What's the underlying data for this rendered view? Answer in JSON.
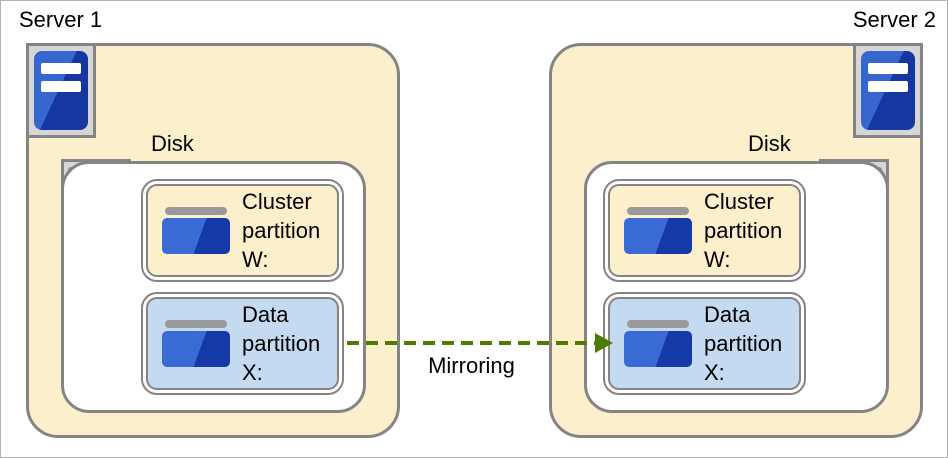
{
  "server1": {
    "label": "Server 1",
    "disk_label": "Disk",
    "cluster_partition_label": "Cluster partition W:",
    "data_partition_label": "Data partition X:"
  },
  "server2": {
    "label": "Server 2",
    "disk_label": "Disk",
    "cluster_partition_label": "Cluster partition W:",
    "data_partition_label": "Data partition X:"
  },
  "arrow": {
    "label": "Mirroring",
    "direction": "server1-data-partition to server2-data-partition",
    "style": "dashed"
  },
  "icons": [
    "server-icon",
    "disk-icon",
    "partition-icon"
  ],
  "colors": {
    "server_box_fill": "#FCEFCB",
    "cluster_partition_fill": "#FCEFCB",
    "data_partition_fill": "#C3DAF0",
    "border_gray": "#848484",
    "icon_tray_gray": "#D6D6D6",
    "icon_blue_light": "#3667CF",
    "icon_blue_dark": "#16379F",
    "arrow_green": "#4E7C00",
    "page_border": "#B3B3B3"
  }
}
